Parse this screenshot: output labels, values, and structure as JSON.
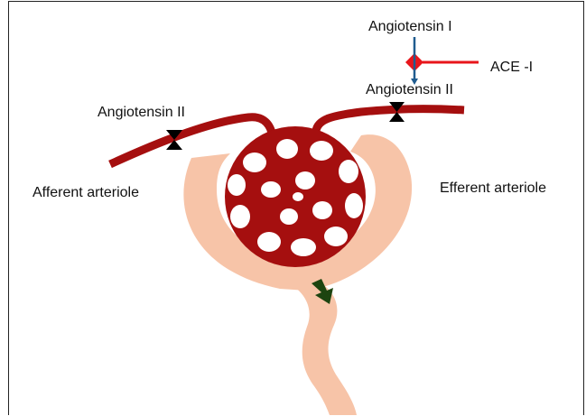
{
  "labels": {
    "angiotensin_i": "Angiotensin I",
    "ace_inhibitor": "ACE -I",
    "angiotensin_ii_efferent": "Angiotensin II",
    "angiotensin_ii_afferent": "Angiotensin II",
    "afferent_arteriole": "Afferent arteriole",
    "efferent_arteriole": "Efferent arteriole"
  },
  "colors": {
    "vessel": "#a50f0f",
    "capsule": "#f7c4a8",
    "ace_marker": "#e8151b",
    "ace_line": "#e8151b",
    "conversion_arrow": "#1f5c8f",
    "flow_arrow": "#1d4410",
    "constriction_marker": "#000000"
  }
}
